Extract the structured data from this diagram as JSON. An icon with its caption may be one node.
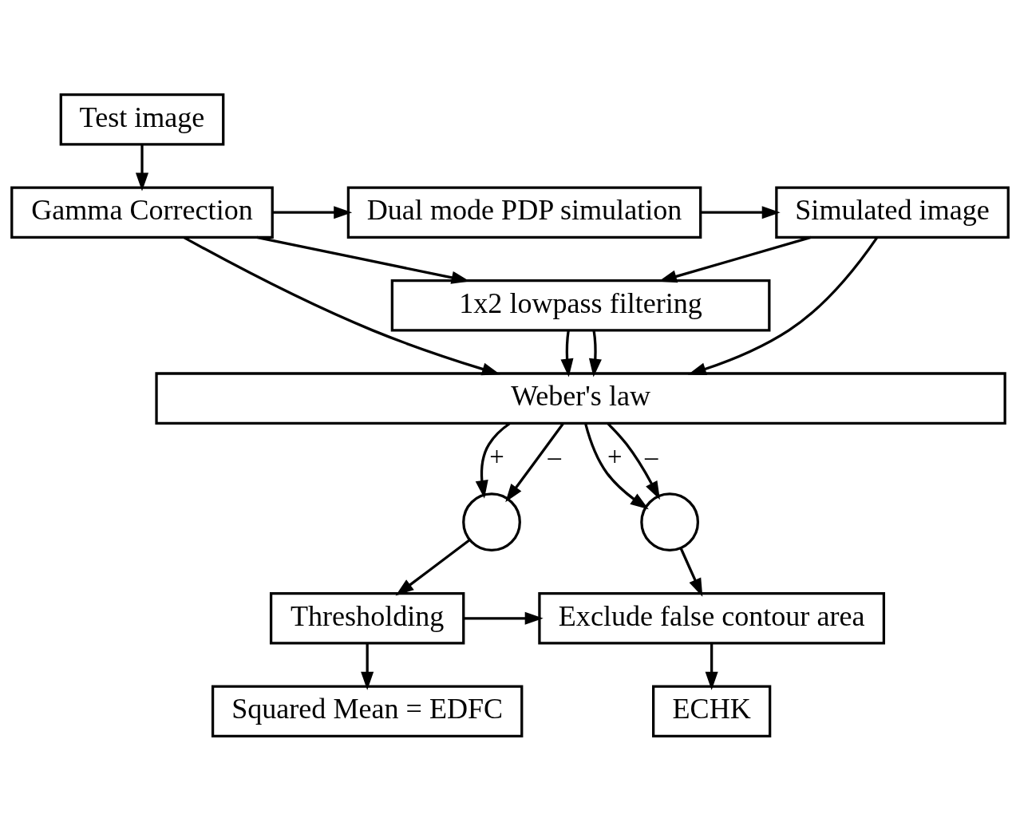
{
  "diagram": {
    "nodes": [
      {
        "text": [
          "Test image"
        ]
      },
      {
        "text": [
          "Gamma Correction"
        ]
      },
      {
        "text": [
          "Dual mode PDP simulation"
        ]
      },
      {
        "text": [
          "Simulated image"
        ]
      },
      {
        "text": [
          "1x2 lowpass filtering"
        ]
      },
      {
        "text": [
          "Weber's law"
        ]
      },
      {
        "text": [],
        "shape": "circle"
      },
      {
        "text": [],
        "shape": "circle"
      },
      {
        "text": [
          "Thresholding"
        ]
      },
      {
        "text": [
          "Exclude false contour area"
        ]
      },
      {
        "text": [
          "Squared Mean = EDFC"
        ]
      },
      {
        "text": [
          "ECHK"
        ]
      }
    ],
    "edges": [
      {
        "from": 0,
        "to": 1,
        "arrow": "to"
      },
      {
        "from": 1,
        "to": 2,
        "arrow": "to"
      },
      {
        "from": 2,
        "to": 3,
        "arrow": "to"
      },
      {
        "from": 1,
        "to": 4,
        "arrow": "to"
      },
      {
        "from": 3,
        "to": 4,
        "arrow": "to"
      },
      {
        "from": 1,
        "to": 5,
        "arrow": "to"
      },
      {
        "from": 3,
        "to": 5,
        "arrow": "to"
      },
      {
        "from": 4,
        "to": 5,
        "arrow": "to"
      },
      {
        "from": 4,
        "to": 5,
        "arrow": "to"
      },
      {
        "from": 5,
        "to": 6,
        "arrow": "to",
        "label": "+"
      },
      {
        "from": 5,
        "to": 6,
        "arrow": "to",
        "label": "–"
      },
      {
        "from": 5,
        "to": 7,
        "arrow": "to",
        "label": "+"
      },
      {
        "from": 5,
        "to": 7,
        "arrow": "to",
        "label": "–"
      },
      {
        "from": 6,
        "to": 8,
        "arrow": "to"
      },
      {
        "from": 7,
        "to": 9,
        "arrow": "to"
      },
      {
        "from": 8,
        "to": 9,
        "arrow": "to"
      },
      {
        "from": 8,
        "to": 10,
        "arrow": "to"
      },
      {
        "from": 9,
        "to": 11,
        "arrow": "to"
      }
    ]
  }
}
